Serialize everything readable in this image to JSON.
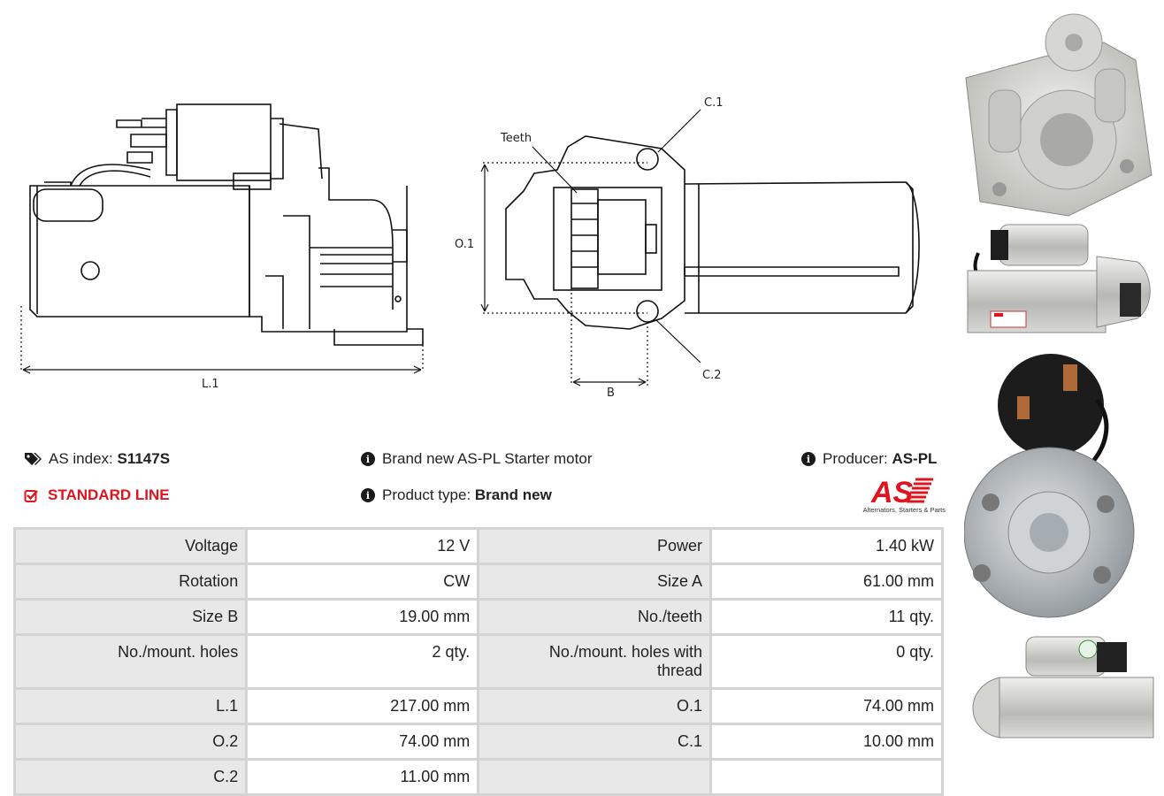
{
  "drawing": {
    "l1": "L.1",
    "o1": "O.1",
    "b": "B",
    "c1": "C.1",
    "c2": "C.2",
    "teeth": "Teeth"
  },
  "info": {
    "as_index_label": "AS index:",
    "as_index_value": "S1147S",
    "standard_line": "STANDARD LINE",
    "description": "Brand new AS-PL Starter motor",
    "product_type_label": "Product type:",
    "product_type_value": "Brand new",
    "producer_label": "Producer:",
    "producer_value": "AS-PL",
    "logo_text": "AS",
    "logo_sub": "Alternators, Starters & Parts"
  },
  "colors": {
    "accent_red": "#e0141e",
    "label_bg": "#e8e8e8",
    "border": "#d4d4d4"
  },
  "specs": {
    "rows": [
      [
        "Voltage",
        "12 V",
        "Power",
        "1.40 kW"
      ],
      [
        "Rotation",
        "CW",
        "Size A",
        "61.00 mm"
      ],
      [
        "Size B",
        "19.00 mm",
        "No./teeth",
        "11 qty."
      ],
      [
        "No./mount. holes",
        "2 qty.",
        "No./mount. holes with thread",
        "0 qty."
      ],
      [
        "L.1",
        "217.00 mm",
        "O.1",
        "74.00 mm"
      ],
      [
        "O.2",
        "74.00 mm",
        "C.1",
        "10.00 mm"
      ],
      [
        "C.2",
        "11.00 mm",
        "",
        ""
      ]
    ]
  }
}
